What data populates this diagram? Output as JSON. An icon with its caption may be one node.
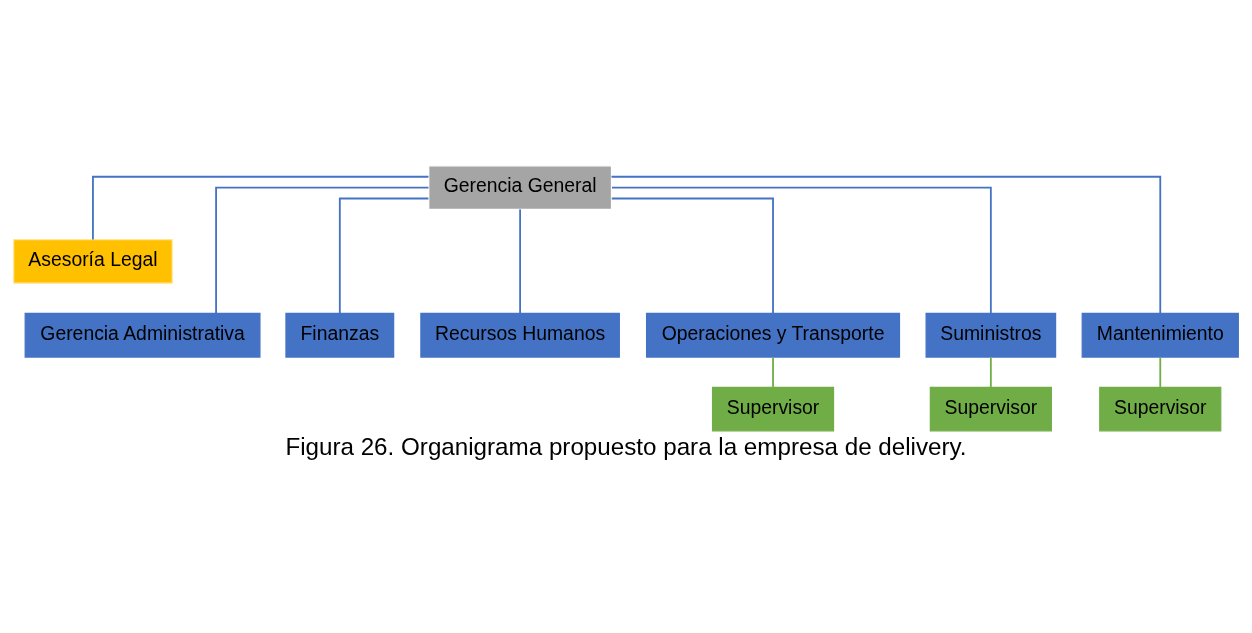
{
  "diagram": {
    "caption": "Figura 26. Organigrama propuesto para la empresa de delivery.",
    "nodes": [
      {
        "text": [
          "Gerencia General"
        ]
      },
      {
        "text": [
          "Asesoría Legal"
        ]
      },
      {
        "text": [
          "Gerencia Administrativa"
        ]
      },
      {
        "text": [
          "Finanzas"
        ]
      },
      {
        "text": [
          "Recursos Humanos"
        ]
      },
      {
        "text": [
          "Operaciones y Transporte"
        ]
      },
      {
        "text": [
          "Suministros"
        ]
      },
      {
        "text": [
          "Mantenimiento"
        ]
      },
      {
        "text": [
          "Supervisor"
        ]
      },
      {
        "text": [
          "Supervisor"
        ]
      },
      {
        "text": [
          "Supervisor"
        ]
      }
    ],
    "edges": [
      {
        "from": 0,
        "to": 1,
        "arrow": "none"
      },
      {
        "from": 0,
        "to": 2,
        "arrow": "none"
      },
      {
        "from": 0,
        "to": 3,
        "arrow": "none"
      },
      {
        "from": 0,
        "to": 4,
        "arrow": "none"
      },
      {
        "from": 0,
        "to": 5,
        "arrow": "none"
      },
      {
        "from": 0,
        "to": 6,
        "arrow": "none"
      },
      {
        "from": 0,
        "to": 7,
        "arrow": "none"
      },
      {
        "from": 5,
        "to": 8,
        "arrow": "none",
        "color": "#70ad47"
      },
      {
        "from": 6,
        "to": 9,
        "arrow": "none",
        "color": "#70ad47"
      },
      {
        "from": 7,
        "to": 10,
        "arrow": "none",
        "color": "#70ad47"
      }
    ]
  }
}
